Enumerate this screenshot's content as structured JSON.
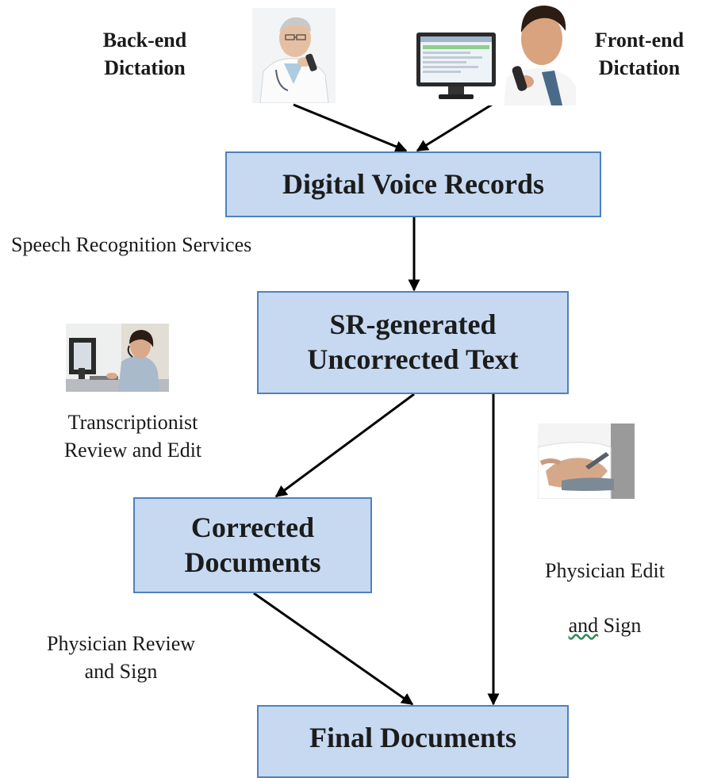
{
  "boxes": {
    "digital_voice_records": "Digital Voice Records",
    "sr_uncorrected_text": "SR-generated\nUncorrected Text",
    "corrected_documents": "Corrected\nDocuments",
    "final_documents": "Final Documents"
  },
  "labels": {
    "back_end_dictation": "Back-end\nDictation",
    "front_end_dictation": "Front-end\nDictation",
    "speech_recognition_services": "Speech Recognition Services",
    "transcriptionist_review_edit": "Transcriptionist\nReview and Edit",
    "physician_edit_sign_line1": "Physician Edit",
    "physician_edit_sign_line2_word": "and",
    "physician_edit_sign_line2_rest": " Sign",
    "physician_review_sign": "Physician Review\nand Sign"
  },
  "icons": {
    "back_end": "doctor-dictating-icon",
    "front_end": "computer-monitor-dictation-icon",
    "transcriptionist": "transcriptionist-at-computer-icon",
    "physician_edit": "physician-signing-icon"
  },
  "colors": {
    "box_fill": "#c6d9f1",
    "box_border": "#4f81bd",
    "arrow": "#000000"
  }
}
